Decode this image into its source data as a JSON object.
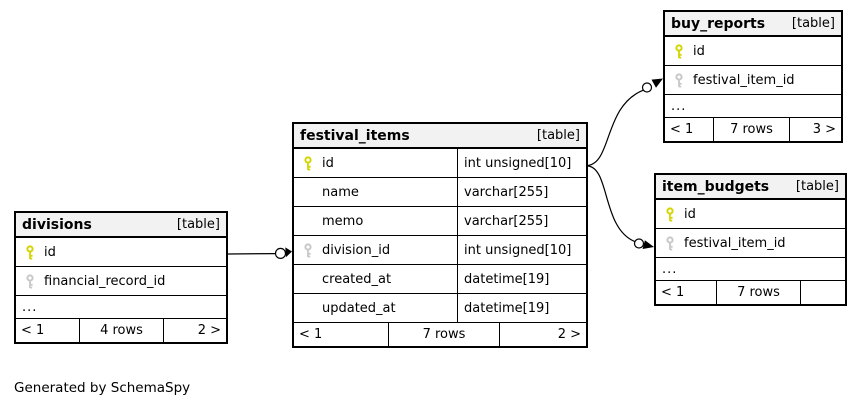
{
  "credit": "Generated by SchemaSpy",
  "colors": {
    "pk": "#d4d400",
    "fk": "#c8c8c8",
    "header_bg": "#f2f2f2",
    "border": "#000000"
  },
  "tables": {
    "divisions": {
      "name": "divisions",
      "kind": "[table]",
      "columns": [
        {
          "name": "id",
          "key": "primary"
        },
        {
          "name": "financial_record_id",
          "key": "foreign"
        },
        {
          "name": "..."
        }
      ],
      "pager": {
        "prev": "< 1",
        "rows": "4 rows",
        "next": "2 >"
      }
    },
    "festival_items": {
      "name": "festival_items",
      "kind": "[table]",
      "columns": [
        {
          "name": "id",
          "type": "int unsigned[10]",
          "key": "primary"
        },
        {
          "name": "name",
          "type": "varchar[255]"
        },
        {
          "name": "memo",
          "type": "varchar[255]"
        },
        {
          "name": "division_id",
          "type": "int unsigned[10]",
          "key": "foreign"
        },
        {
          "name": "created_at",
          "type": "datetime[19]"
        },
        {
          "name": "updated_at",
          "type": "datetime[19]"
        }
      ],
      "pager": {
        "prev": "< 1",
        "rows": "7 rows",
        "next": "2 >"
      }
    },
    "buy_reports": {
      "name": "buy_reports",
      "kind": "[table]",
      "columns": [
        {
          "name": "id",
          "key": "primary"
        },
        {
          "name": "festival_item_id",
          "key": "foreign"
        },
        {
          "name": "..."
        }
      ],
      "pager": {
        "prev": "< 1",
        "rows": "7 rows",
        "next": "3 >"
      }
    },
    "item_budgets": {
      "name": "item_budgets",
      "kind": "[table]",
      "columns": [
        {
          "name": "id",
          "key": "primary"
        },
        {
          "name": "festival_item_id",
          "key": "foreign"
        },
        {
          "name": "..."
        }
      ],
      "pager": {
        "prev": "< 1",
        "rows": "7 rows",
        "next": ""
      }
    }
  },
  "relations": [
    {
      "from": "divisions.id",
      "to": "festival_items.division_id"
    },
    {
      "from": "festival_items.id",
      "to": "buy_reports.festival_item_id"
    },
    {
      "from": "festival_items.id",
      "to": "item_budgets.festival_item_id"
    }
  ]
}
